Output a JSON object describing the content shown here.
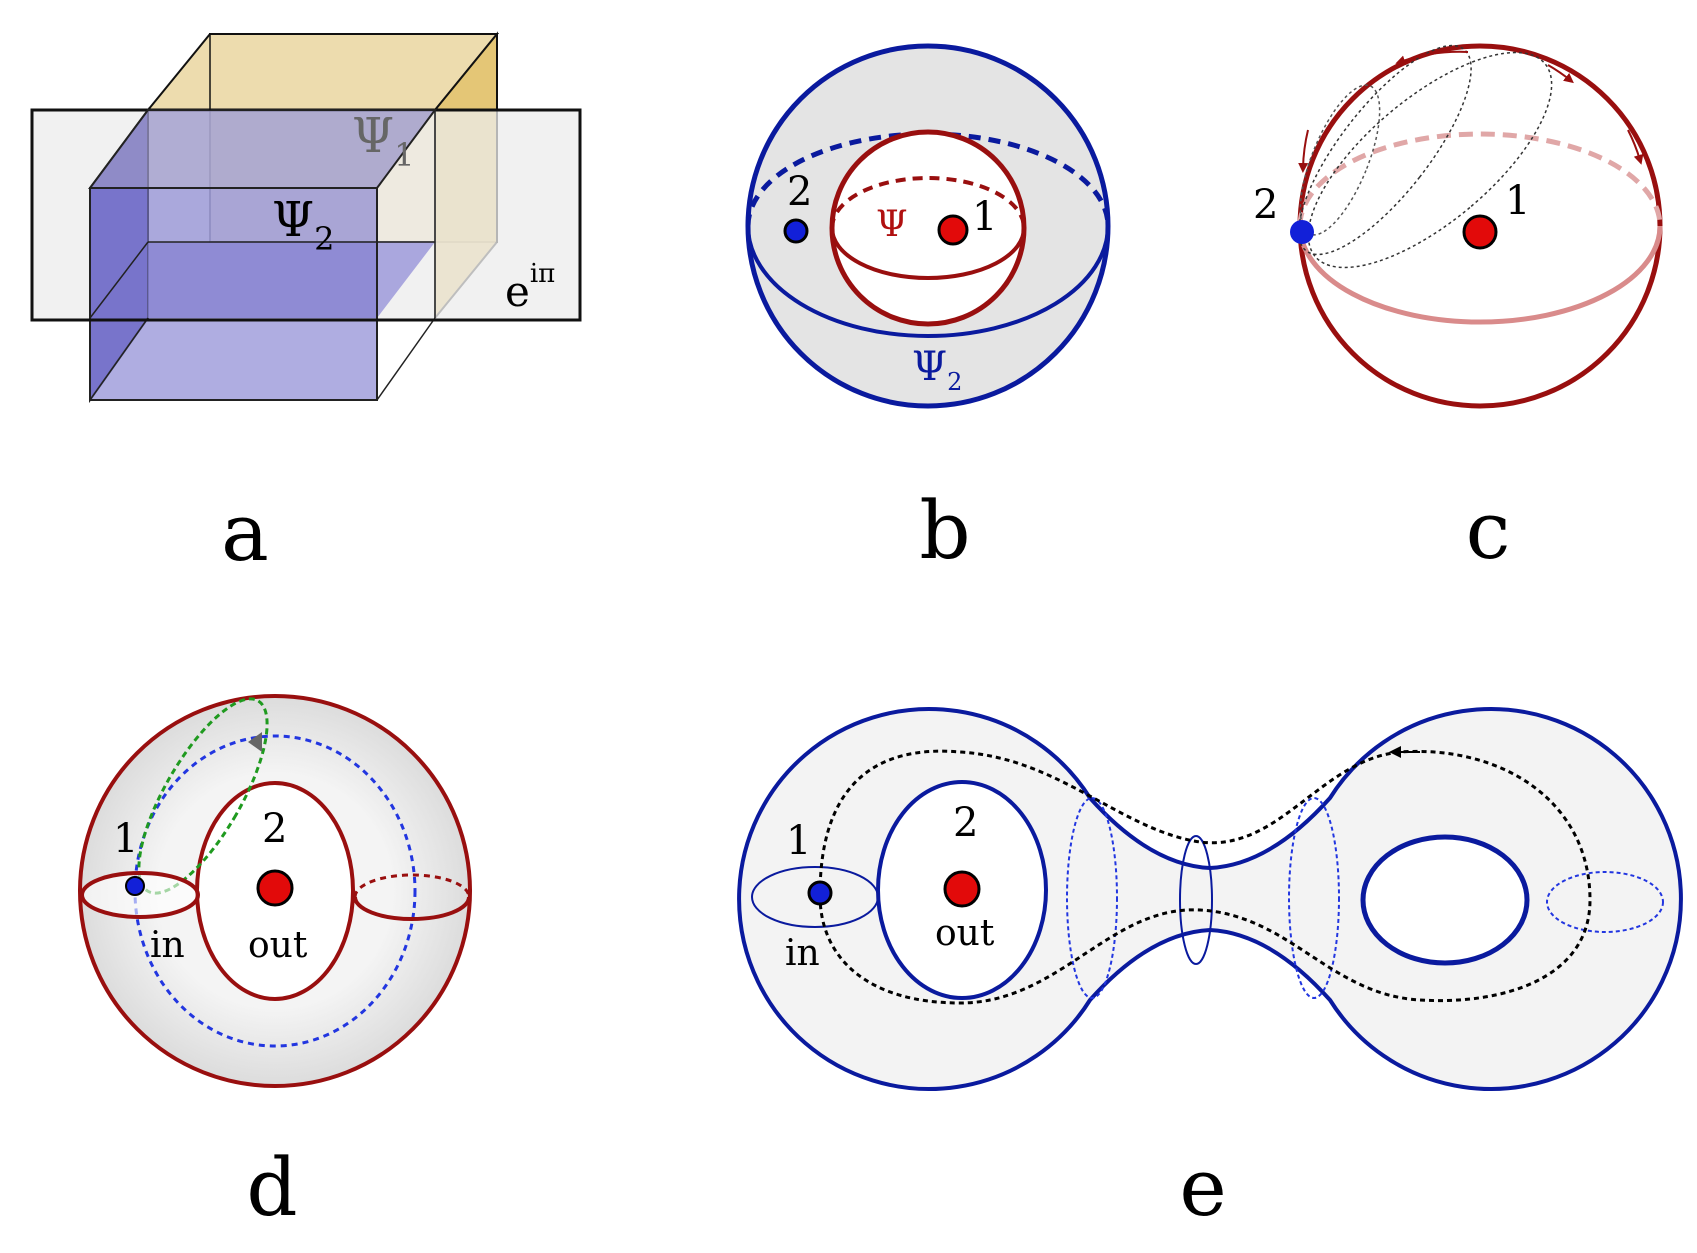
{
  "colors": {
    "yellow": "#e8c97a",
    "purple": "#7b77c9",
    "grey": "#e2e2e2",
    "red": "#990f0f",
    "blue": "#0a1a9e",
    "green": "#1f9a1f",
    "dot_red": "#e20a0a",
    "dot_blue": "#1220d8"
  },
  "panels": {
    "a": {
      "letter": "a",
      "psi1": "Ψ",
      "psi1_sub": "1",
      "psi2": "Ψ",
      "psi2_sub": "2",
      "phase": "e",
      "phase_sup": "iπ"
    },
    "b": {
      "letter": "b",
      "psi": "Ψ",
      "psi2": "Ψ",
      "psi2_sub": "2",
      "point1": "1",
      "point2": "2"
    },
    "c": {
      "letter": "c",
      "point1": "1",
      "point2": "2"
    },
    "d": {
      "letter": "d",
      "point1": "1",
      "point2": "2",
      "in_label": "in",
      "out_label": "out"
    },
    "e": {
      "letter": "e",
      "point1": "1",
      "point2": "2",
      "in_label": "in",
      "out_label": "out"
    }
  }
}
